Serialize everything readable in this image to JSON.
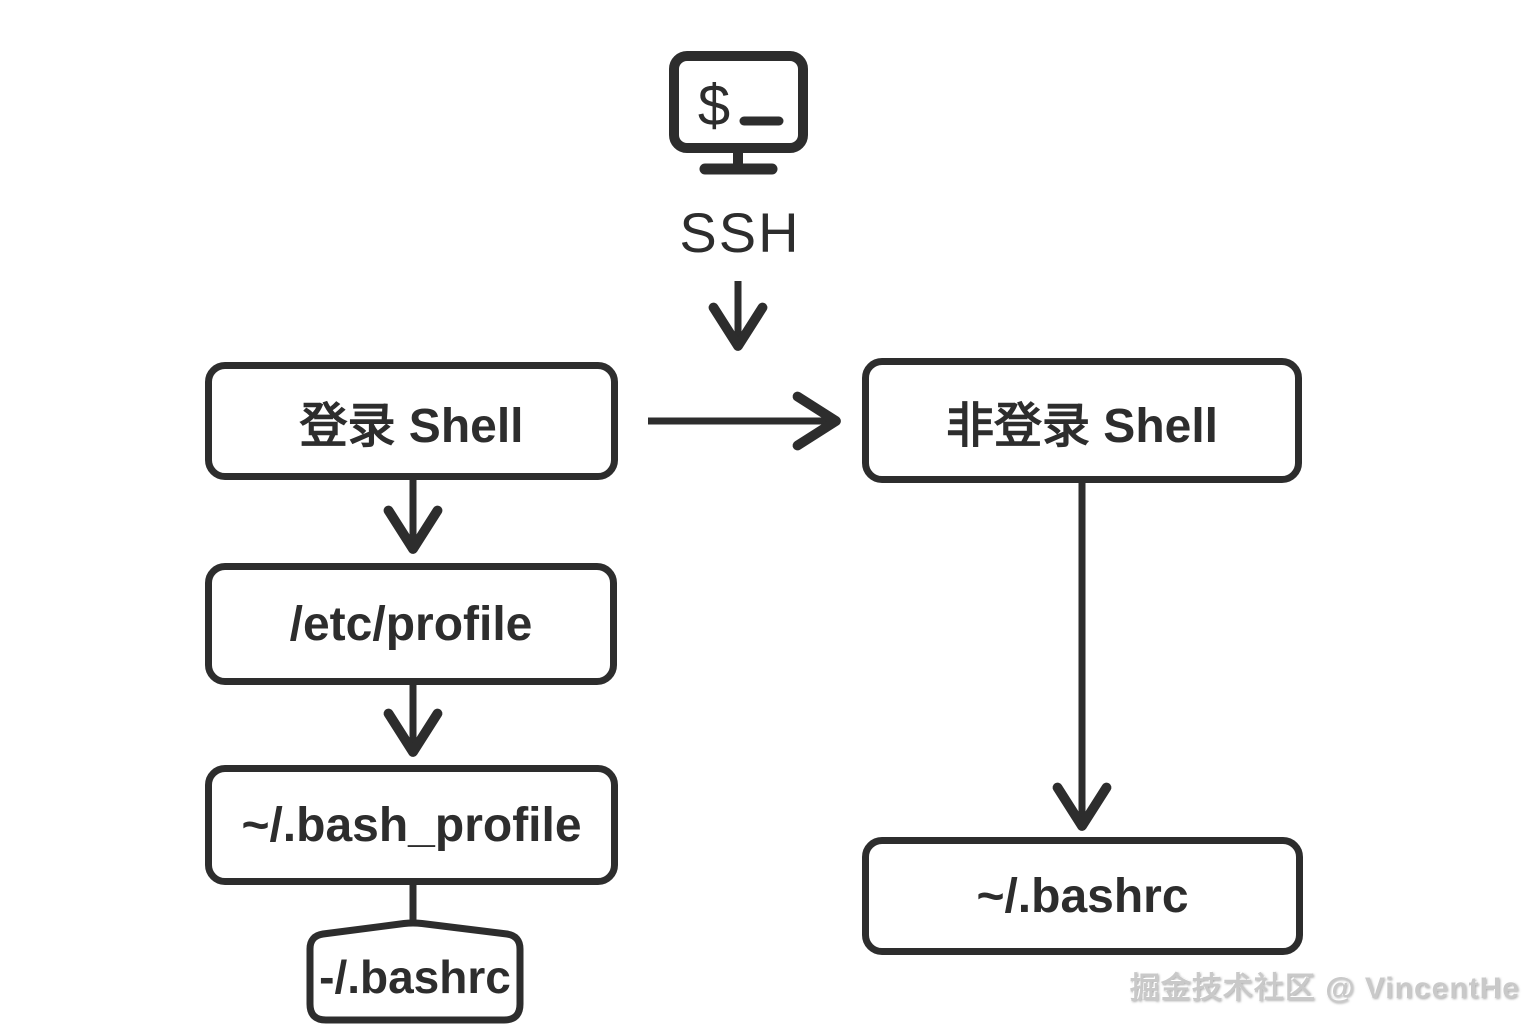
{
  "page": {
    "background": "#ffffff"
  },
  "diagram": {
    "source": {
      "icon": "terminal-icon",
      "prompt_symbol": "$",
      "label": "SSH"
    },
    "nodes": {
      "login_shell": {
        "label": "登录 Shell"
      },
      "non_login_shell": {
        "label": "非登录 Shell"
      },
      "etc_profile": {
        "label": "/etc/profile"
      },
      "bash_profile": {
        "label": "~/.bash_profile"
      },
      "bashrc_left": {
        "label": "-/.bashrc"
      },
      "bashrc_right": {
        "label": "~/.bashrc"
      }
    },
    "edges": [
      {
        "from": "ssh",
        "to": "gap-between-shells",
        "style": "arrow"
      },
      {
        "from": "login_shell",
        "to": "non_login_shell",
        "style": "arrow"
      },
      {
        "from": "login_shell",
        "to": "etc_profile",
        "style": "arrow"
      },
      {
        "from": "etc_profile",
        "to": "bash_profile",
        "style": "arrow"
      },
      {
        "from": "bash_profile",
        "to": "bashrc_left",
        "style": "line"
      },
      {
        "from": "non_login_shell",
        "to": "bashrc_right",
        "style": "arrow"
      }
    ],
    "colors": {
      "stroke": "#2d2d2d",
      "node_fill": "#ffffff"
    }
  },
  "watermark": {
    "text": "掘金技术社区 @ VincentHe"
  }
}
